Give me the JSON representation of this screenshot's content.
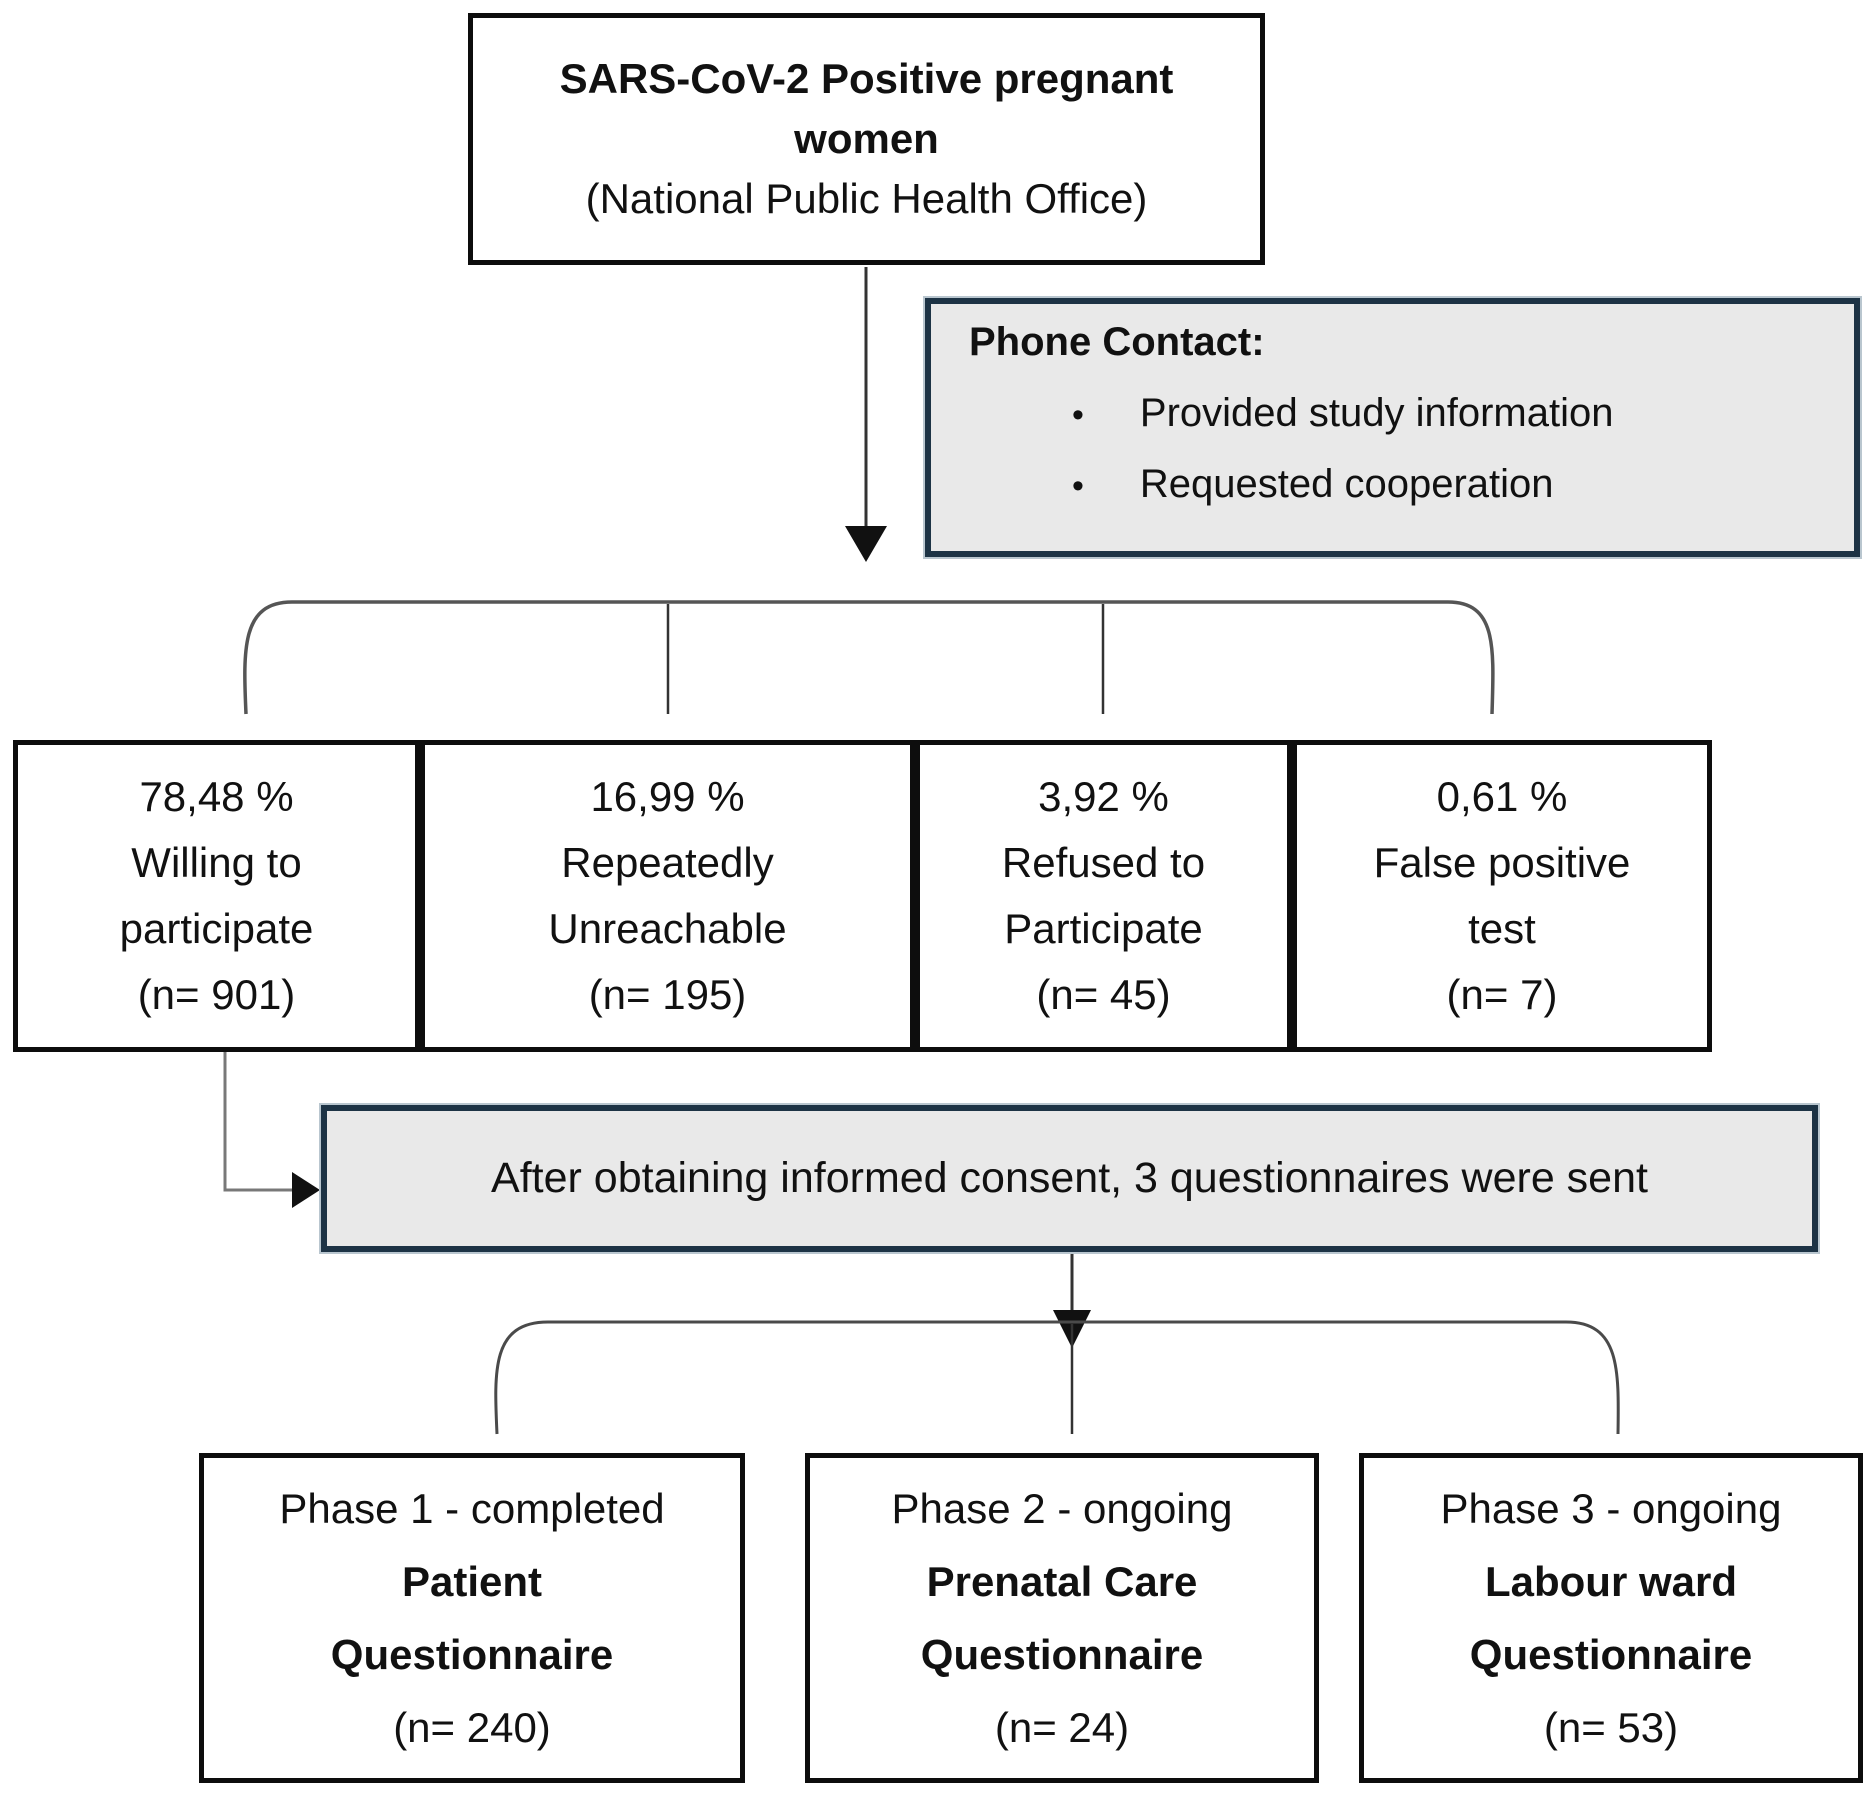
{
  "title_box": {
    "line1": "SARS-CoV-2 Positive pregnant",
    "line2": "women",
    "line3": "(National Public Health Office)"
  },
  "phone_box": {
    "title": "Phone Contact:",
    "bullet_char": "•",
    "bullets": [
      "Provided study information",
      "Requested cooperation"
    ]
  },
  "outcome_boxes": [
    {
      "percent": "78,48 %",
      "line1": "Willing to",
      "line2": "participate",
      "n": "(n= 901)"
    },
    {
      "percent": "16,99 %",
      "line1": "Repeatedly",
      "line2": "Unreachable",
      "n": "(n= 195)"
    },
    {
      "percent": "3,92 %",
      "line1": "Refused to",
      "line2": "Participate",
      "n": "(n= 45)"
    },
    {
      "percent": "0,61 %",
      "line1": "False positive",
      "line2": "test",
      "n": "(n= 7)"
    }
  ],
  "consent_bar": {
    "text": "After obtaining informed consent, 3 questionnaires were sent"
  },
  "phase_boxes": [
    {
      "status": "Phase 1 - completed",
      "name1": "Patient",
      "name2": "Questionnaire",
      "n": "(n= 240)"
    },
    {
      "status": "Phase 2 - ongoing",
      "name1": "Prenatal Care",
      "name2": "Questionnaire",
      "n": "(n= 24)"
    },
    {
      "status": "Phase 3 - ongoing",
      "name1": "Labour ward",
      "name2": "Questionnaire",
      "n": "(n= 53)"
    }
  ],
  "colors": {
    "navy_border": "#1d3345",
    "gray_fill": "#e9e9e9",
    "black_border": "#0d0d0d",
    "connector_gray": "#555555",
    "arrow_black": "#111111"
  }
}
